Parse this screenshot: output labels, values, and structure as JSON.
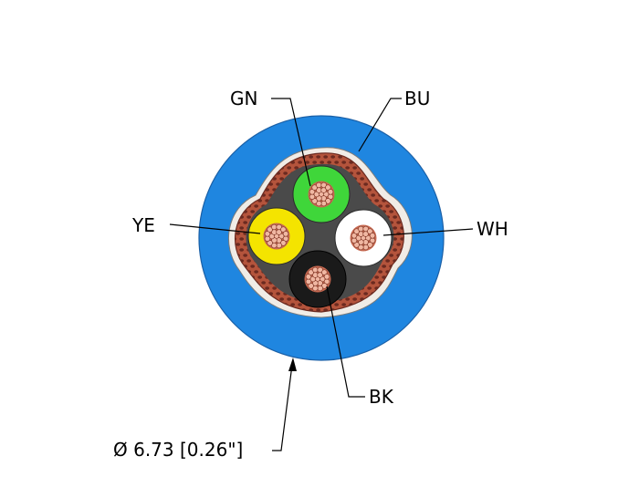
{
  "labels": {
    "gn": "GN",
    "bu": "BU",
    "ye": "YE",
    "wh": "WH",
    "bk": "BK",
    "diameter": "Ø 6.73 [0.26\"]"
  },
  "colors": {
    "jacket": "#1f86e0",
    "jacket_outline": "#1a5fa6",
    "wrap_band": "#f1ece6",
    "shield_dark": "#6b2a20",
    "shield_copper": "#b4543c",
    "filler": "#4a4a4a",
    "gn_insulation": "#3fd63a",
    "ye_insulation": "#f4e400",
    "wh_insulation": "#ffffff",
    "bk_insulation": "#1a1a1a",
    "strand_light": "#f0b7a2",
    "strand_dark": "#c86a52"
  },
  "icons": {
    "arrowhead": "arrow-head-icon"
  }
}
